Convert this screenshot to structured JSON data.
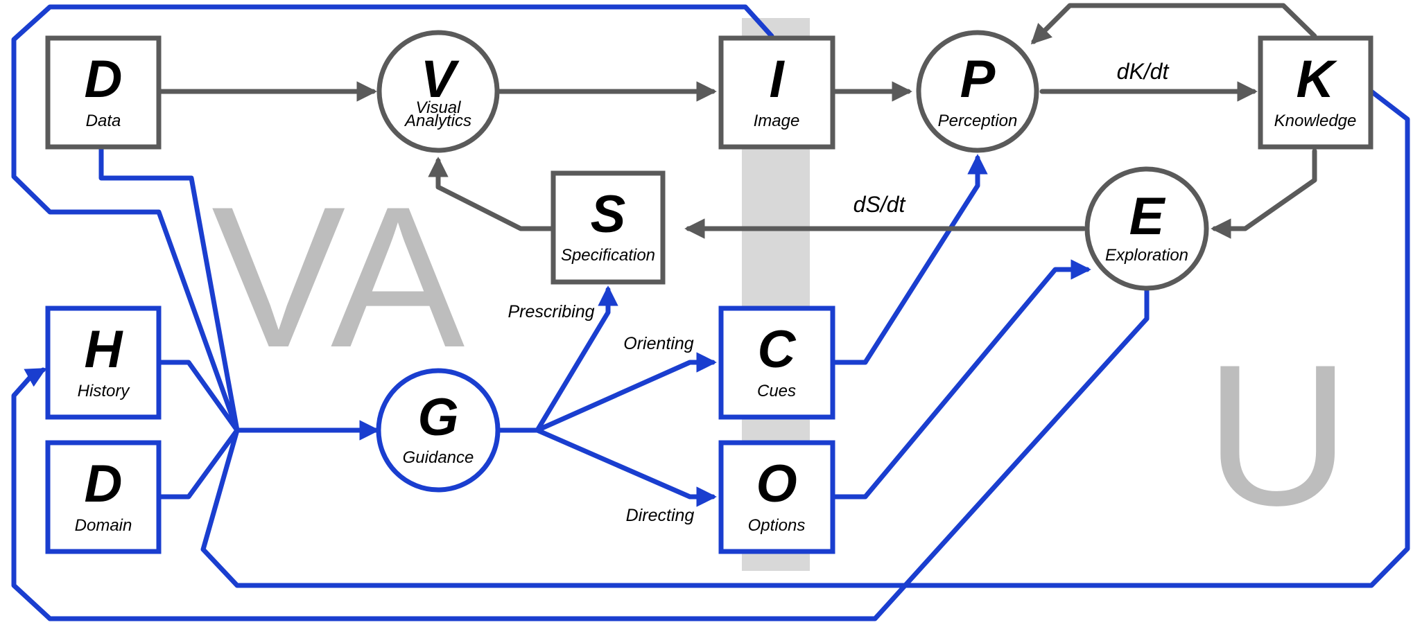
{
  "colors": {
    "gray_stroke": "#5a5a5a",
    "blue_stroke": "#1a3ecf",
    "band_fill": "#d8d8d8",
    "region_text": "#bdbdbd"
  },
  "regions": {
    "va": "VA",
    "u": "U"
  },
  "nodes": {
    "data": {
      "letter": "D",
      "label": "Data"
    },
    "visual_analytics": {
      "letter": "V",
      "label_line1": "Visual",
      "label_line2": "Analytics"
    },
    "image": {
      "letter": "I",
      "label": "Image"
    },
    "perception": {
      "letter": "P",
      "label": "Perception"
    },
    "knowledge": {
      "letter": "K",
      "label": "Knowledge"
    },
    "specification": {
      "letter": "S",
      "label": "Specification"
    },
    "exploration": {
      "letter": "E",
      "label": "Exploration"
    },
    "history": {
      "letter": "H",
      "label": "History"
    },
    "domain": {
      "letter": "D",
      "label": "Domain"
    },
    "guidance": {
      "letter": "G",
      "label": "Guidance"
    },
    "cues": {
      "letter": "C",
      "label": "Cues"
    },
    "options": {
      "letter": "O",
      "label": "Options"
    }
  },
  "edge_labels": {
    "dk_dt": "dK/dt",
    "ds_dt": "dS/dt",
    "prescribing": "Prescribing",
    "orienting": "Orienting",
    "directing": "Directing"
  }
}
